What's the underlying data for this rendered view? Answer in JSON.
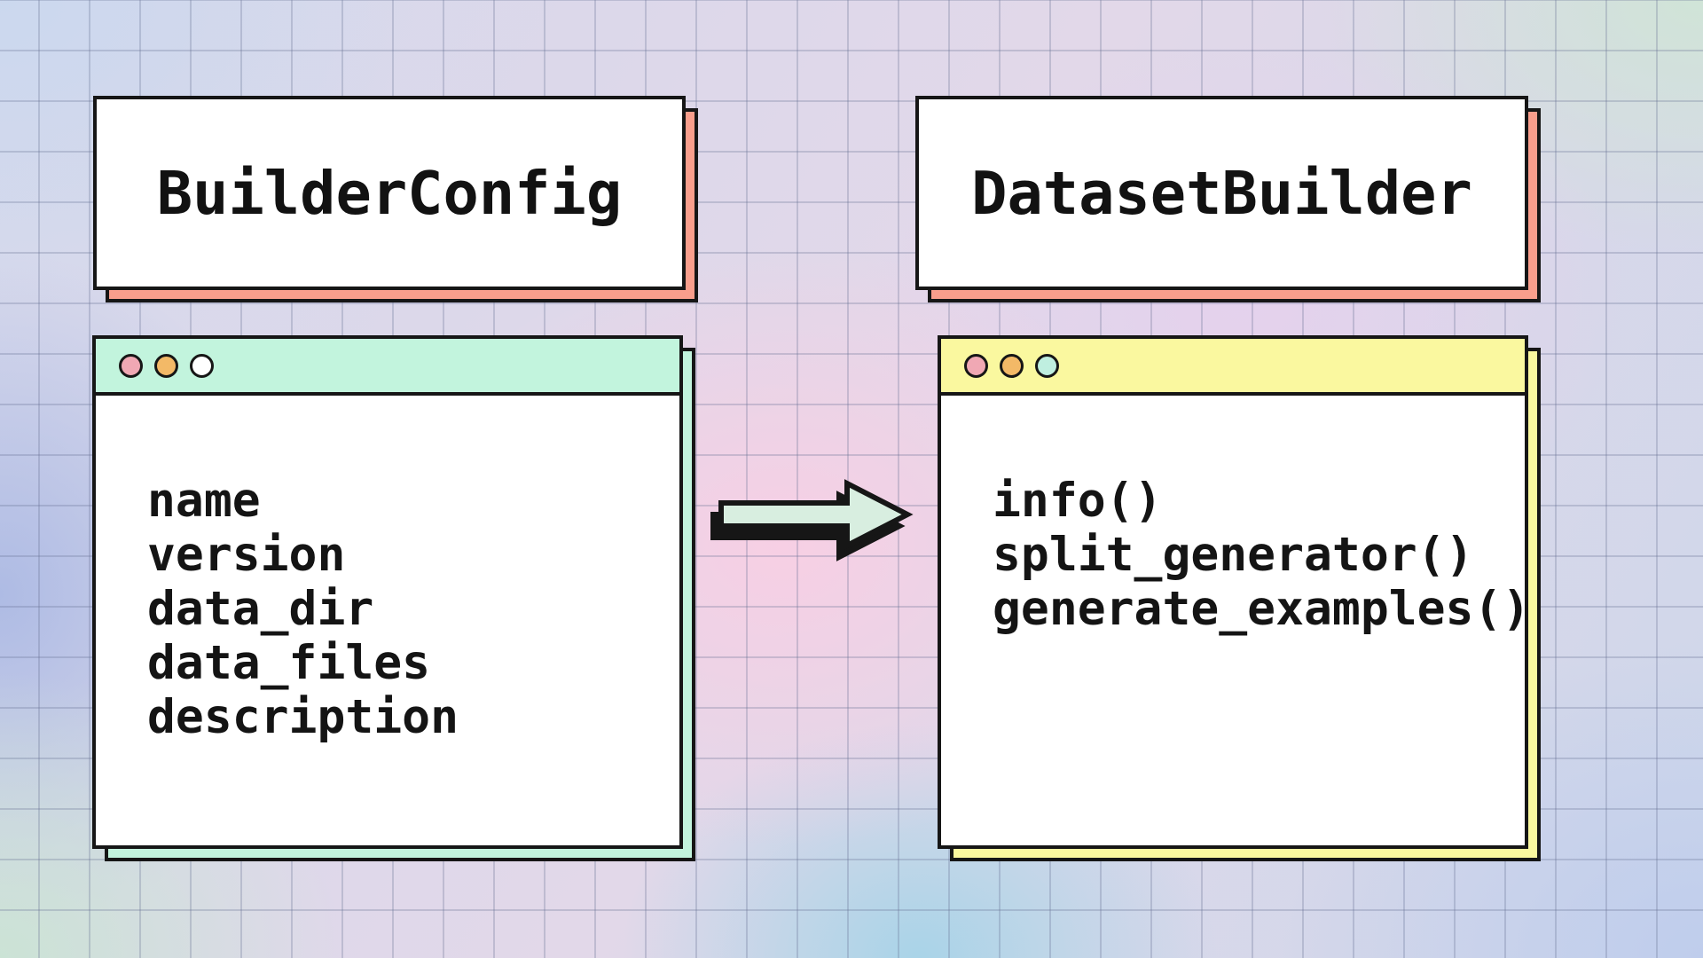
{
  "titles": {
    "left": "BuilderConfig",
    "right": "DatasetBuilder"
  },
  "left_window": {
    "fields": [
      "name",
      "version",
      "data_dir",
      "data_files",
      "description"
    ]
  },
  "right_window": {
    "methods": [
      "info()",
      "split_generator()",
      "generate_examples()"
    ]
  },
  "icons": {
    "arrow": "right-arrow-icon",
    "left_titlebar_dots": [
      "pink-dot",
      "orange-dot",
      "white-dot"
    ],
    "right_titlebar_dots": [
      "pink-dot",
      "orange-dot",
      "mint-dot"
    ]
  },
  "colors": {
    "outline": "#161616",
    "salmon": "#F99E8C",
    "mint": "#C2F4DD",
    "yellow": "#FAF89F",
    "dot_pink": "#F0A8B4",
    "dot_orange": "#F3B967",
    "dot_white": "#FFFFFF",
    "dot_mint": "#BFEFE0",
    "arrow_fill": "#D8EEE0",
    "card_bg": "#FFFFFF"
  }
}
